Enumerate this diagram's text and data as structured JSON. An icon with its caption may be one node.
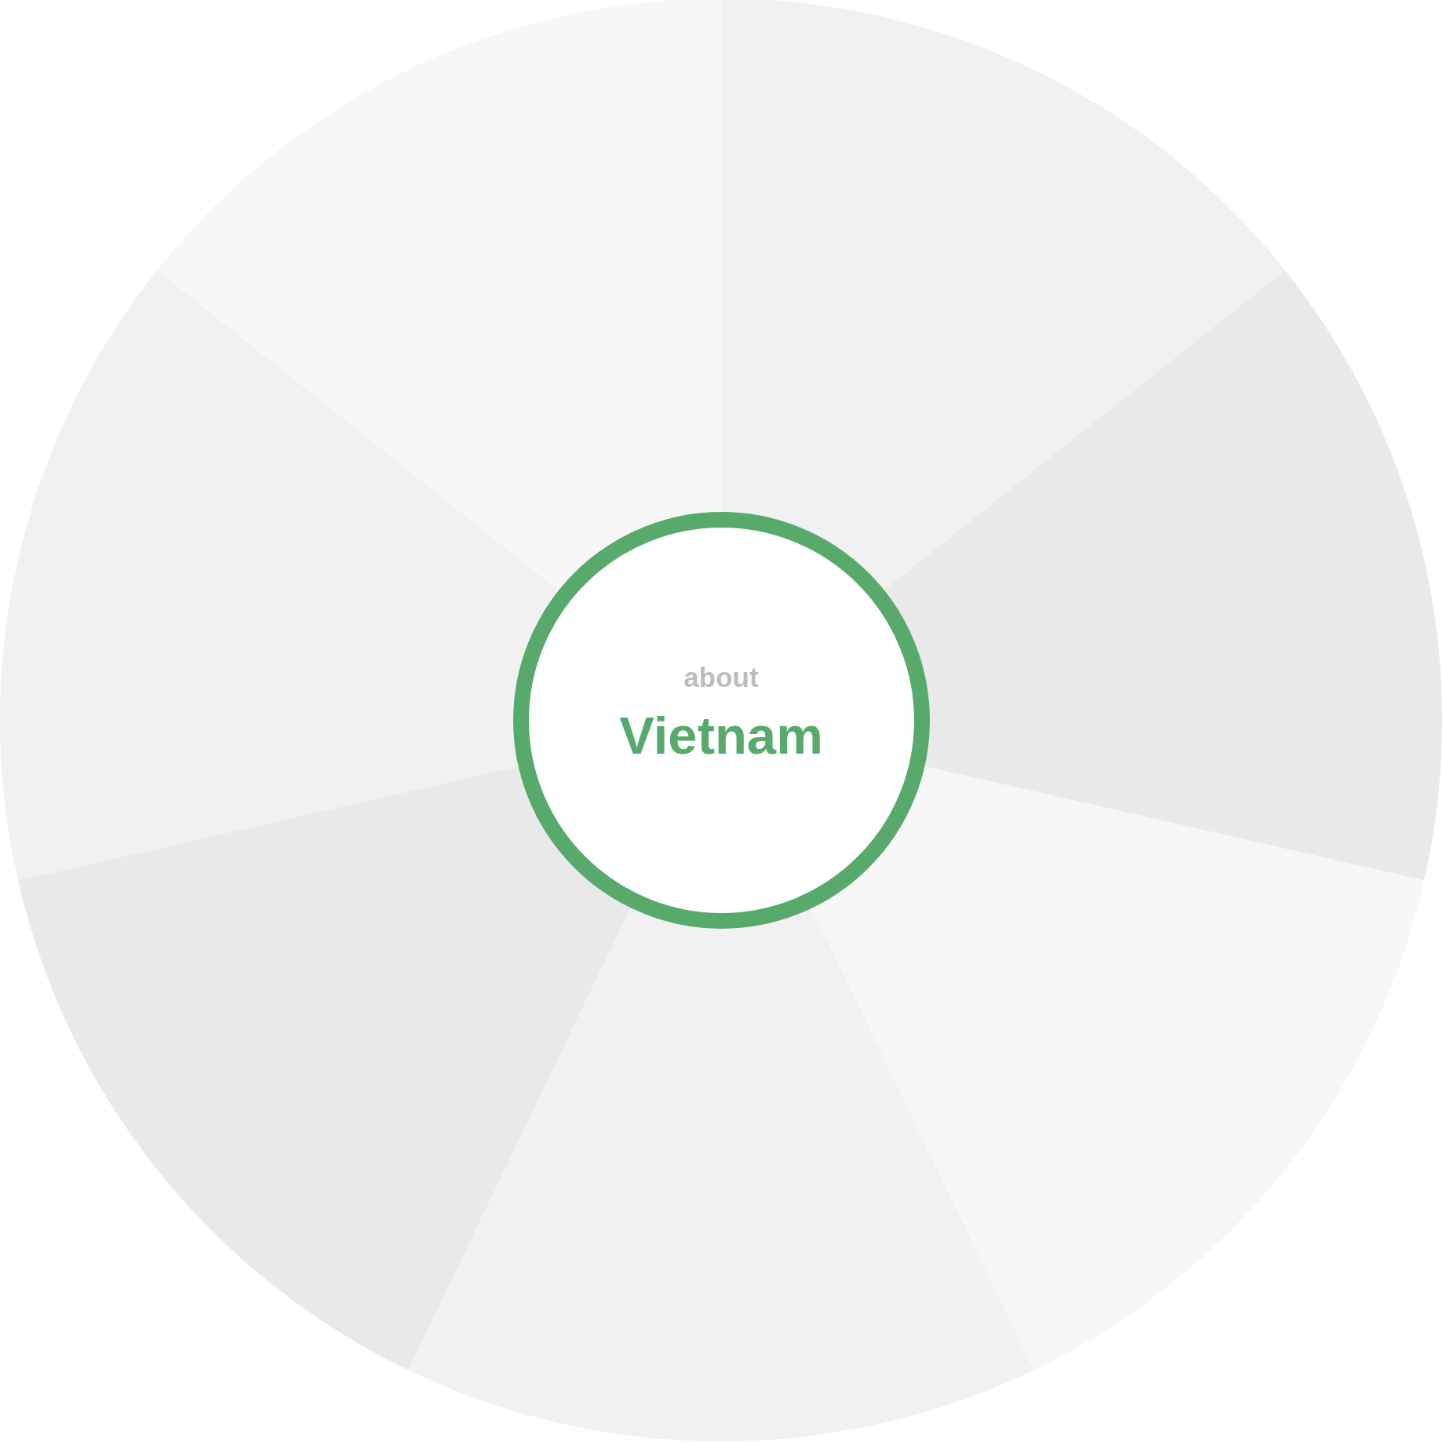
{
  "diagram": {
    "nodes": [
      {
        "text": [
          "about",
          "Vietnam"
        ]
      },
      {
        "text": [],
        "shape": "wedge"
      },
      {
        "text": [],
        "shape": "wedge"
      },
      {
        "text": [],
        "shape": "wedge"
      },
      {
        "text": [],
        "shape": "wedge"
      },
      {
        "text": [],
        "shape": "wedge"
      },
      {
        "text": [],
        "shape": "wedge"
      },
      {
        "text": [],
        "shape": "wedge"
      }
    ]
  }
}
